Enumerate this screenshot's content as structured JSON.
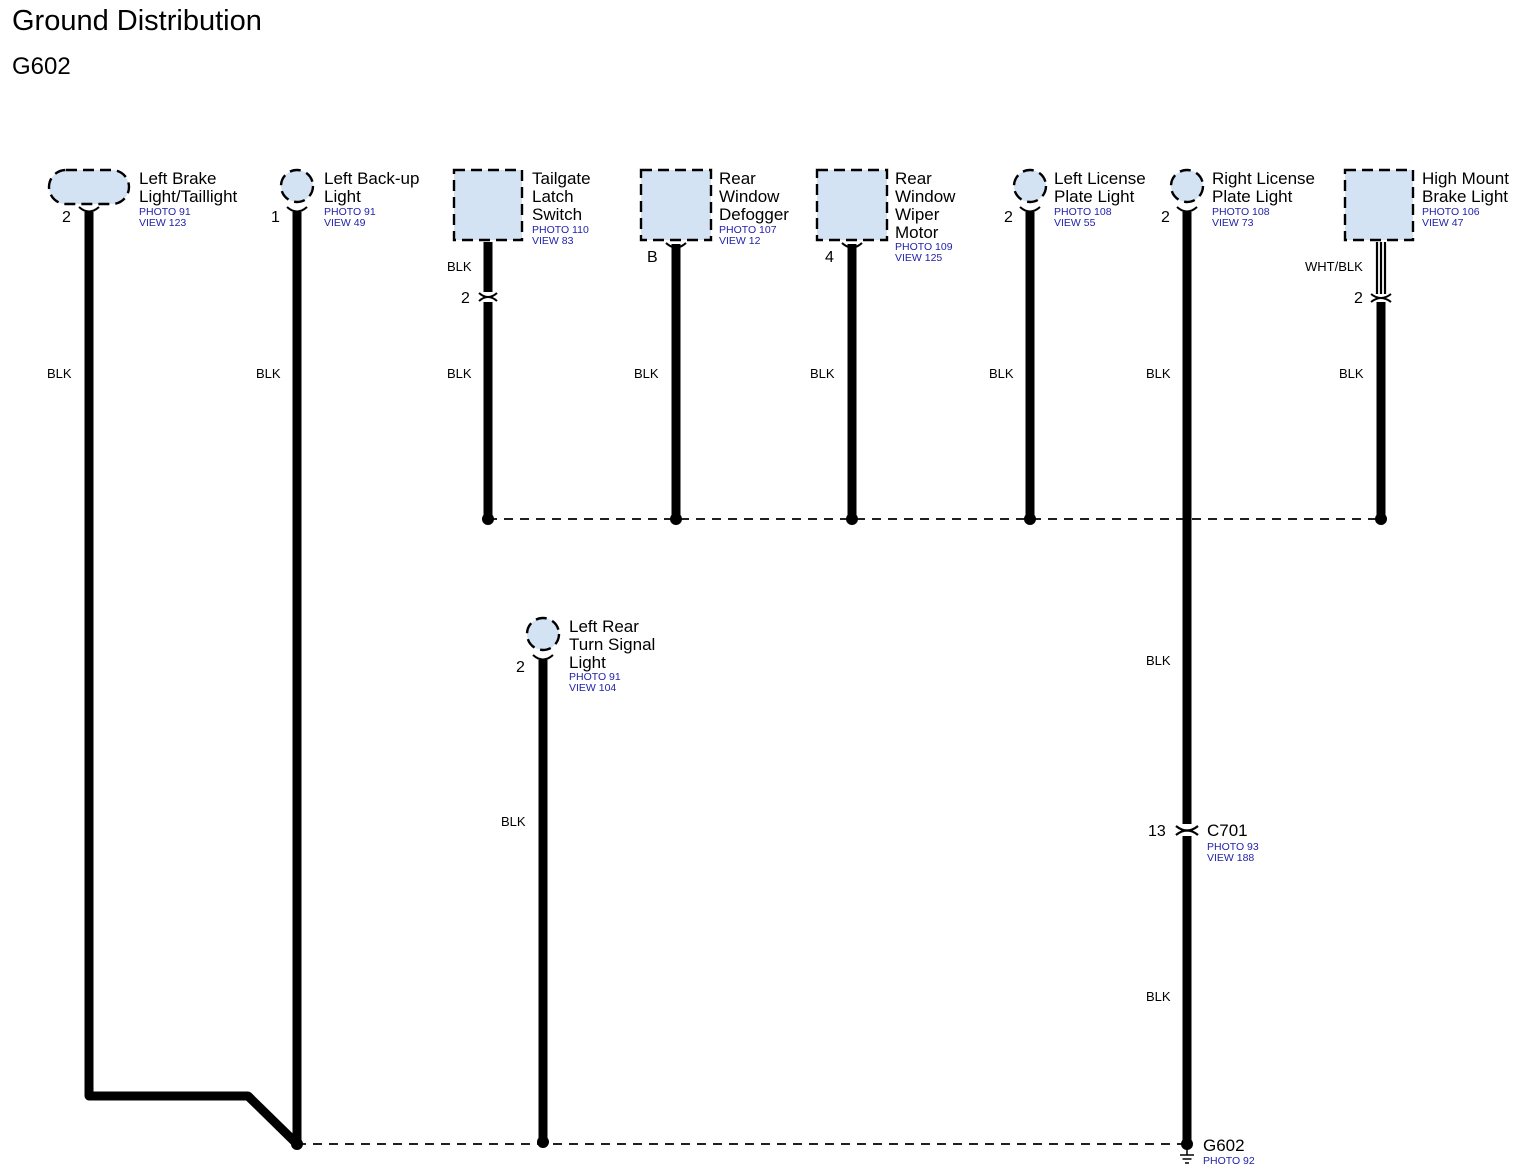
{
  "header": {
    "title": "Ground Distribution",
    "subtitle": "G602"
  },
  "components": [
    {
      "id": "left-brake-light",
      "shape": "oval",
      "lines": [
        "Left Brake",
        "Light/Taillight"
      ],
      "refs": [
        "PHOTO 91",
        "VIEW 123"
      ],
      "pin": "2"
    },
    {
      "id": "left-backup-light",
      "shape": "circle",
      "lines": [
        "Left Back-up",
        "Light"
      ],
      "refs": [
        "PHOTO 91",
        "VIEW 49"
      ],
      "pin": "1"
    },
    {
      "id": "tailgate-latch-switch",
      "shape": "box",
      "lines": [
        "Tailgate",
        "Latch",
        "Switch"
      ],
      "refs": [
        "PHOTO 110",
        "VIEW 83"
      ],
      "pin": ""
    },
    {
      "id": "rear-window-defogger",
      "shape": "box",
      "lines": [
        "Rear",
        "Window",
        "Defogger"
      ],
      "refs": [
        "PHOTO 107",
        "VIEW 12"
      ],
      "pin": "B"
    },
    {
      "id": "rear-window-wiper-motor",
      "shape": "box",
      "lines": [
        "Rear",
        "Window",
        "Wiper",
        "Motor"
      ],
      "refs": [
        "PHOTO 109",
        "VIEW 125"
      ],
      "pin": "4"
    },
    {
      "id": "left-license-plate-light",
      "shape": "circle",
      "lines": [
        "Left License",
        "Plate Light"
      ],
      "refs": [
        "PHOTO 108",
        "VIEW 55"
      ],
      "pin": "2"
    },
    {
      "id": "right-license-plate-light",
      "shape": "circle",
      "lines": [
        "Right License",
        "Plate Light"
      ],
      "refs": [
        "PHOTO 108",
        "VIEW 73"
      ],
      "pin": "2"
    },
    {
      "id": "high-mount-brake-light",
      "shape": "box",
      "lines": [
        "High Mount",
        "Brake Light"
      ],
      "refs": [
        "PHOTO 106",
        "VIEW 47"
      ],
      "pin": ""
    },
    {
      "id": "left-rear-turn-signal-light",
      "shape": "circle",
      "lines": [
        "Left Rear",
        "Turn Signal",
        "Light"
      ],
      "refs": [
        "PHOTO 91",
        "VIEW 104"
      ],
      "pin": "2"
    }
  ],
  "connectors": {
    "tailgate_inline_pin": "2",
    "high_mount_inline_pin": "2",
    "c701": {
      "name": "C701",
      "pin": "13",
      "refs": [
        "PHOTO 93",
        "VIEW 188"
      ]
    }
  },
  "wire_colors": {
    "blk": "BLK",
    "wht_blk": "WHT/BLK"
  },
  "ground": {
    "name": "G602",
    "ref": "PHOTO 92"
  },
  "colors": {
    "component_fill": "#d4e3f3",
    "reference_text": "#1f1fa8",
    "wire": "#000000"
  }
}
